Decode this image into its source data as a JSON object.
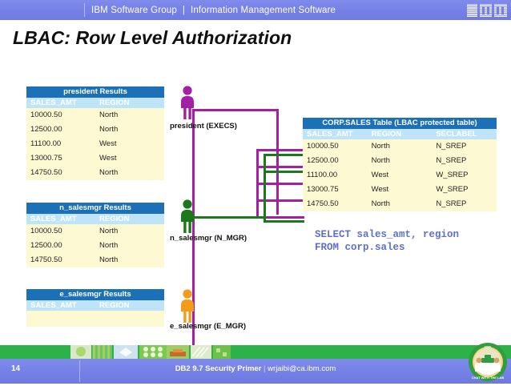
{
  "header": {
    "breadcrumb_left": "IBM Software Group",
    "separator": "|",
    "breadcrumb_right": "Information Management Software",
    "logo": "ibm-logo",
    "bar_color": "#7580e6"
  },
  "title": "LBAC: Row Level Authorization",
  "colors": {
    "table_title_bg": "#1b70b8",
    "table_head_bg": "#bfe4f7",
    "table_row_bg": "#fdf9d2",
    "purple": "#a31fa3",
    "green": "#1a7a1a",
    "orange": "#f59b1b",
    "sql_text": "#5f6fd0",
    "footer_green": "#2db24a",
    "footer_blue": "#7580e6"
  },
  "result_tables": [
    {
      "id": "president-results",
      "title": "president  Results",
      "columns": [
        "SALES_AMT",
        "REGION"
      ],
      "rows": [
        [
          "10000.50",
          "North"
        ],
        [
          "12500.00",
          "North"
        ],
        [
          "11100.00",
          "West"
        ],
        [
          "13000.75",
          "West"
        ],
        [
          "14750.50",
          "North"
        ]
      ]
    },
    {
      "id": "n-salesmgr-results",
      "title": "n_salesmgr  Results",
      "columns": [
        "SALES_AMT",
        "REGION"
      ],
      "rows": [
        [
          "10000.50",
          "North"
        ],
        [
          "12500.00",
          "North"
        ],
        [
          "14750.50",
          "North"
        ]
      ]
    },
    {
      "id": "e-salesmgr-results",
      "title": "e_salesmgr  Results",
      "columns": [
        "SALES_AMT",
        "REGION"
      ],
      "rows": [
        [
          "",
          ""
        ]
      ]
    }
  ],
  "source_table": {
    "id": "corp-sales-table",
    "title": "CORP.SALES Table  (LBAC protected table)",
    "columns": [
      "SALES_AMT",
      "REGION",
      "SECLABEL"
    ],
    "rows": [
      [
        "10000.50",
        "North",
        "N_SREP"
      ],
      [
        "12500.00",
        "North",
        "N_SREP"
      ],
      [
        "11100.00",
        "West",
        "W_SREP"
      ],
      [
        "13000.75",
        "West",
        "W_SREP"
      ],
      [
        "14750.50",
        "North",
        "N_SREP"
      ]
    ]
  },
  "actors": [
    {
      "id": "president",
      "label": "president (EXECS)",
      "icon": "person-icon",
      "color": "#a31fa3"
    },
    {
      "id": "n-salesmgr",
      "label": "n_salesmgr (N_MGR)",
      "icon": "person-icon",
      "color": "#1a7a1a"
    },
    {
      "id": "e-salesmgr",
      "label": "e_salesmgr (E_MGR)",
      "icon": "person-icon",
      "color": "#f59b1b"
    }
  ],
  "sql": {
    "line1": "SELECT sales_amt, region",
    "line2": "FROM corp.sales"
  },
  "footer": {
    "page_number": "14",
    "deck_title": "DB2 9.7 Security Primer",
    "separator": "|",
    "contact": "wrjaibi@ca.ibm.com",
    "badge": "conference-badge-logo"
  }
}
